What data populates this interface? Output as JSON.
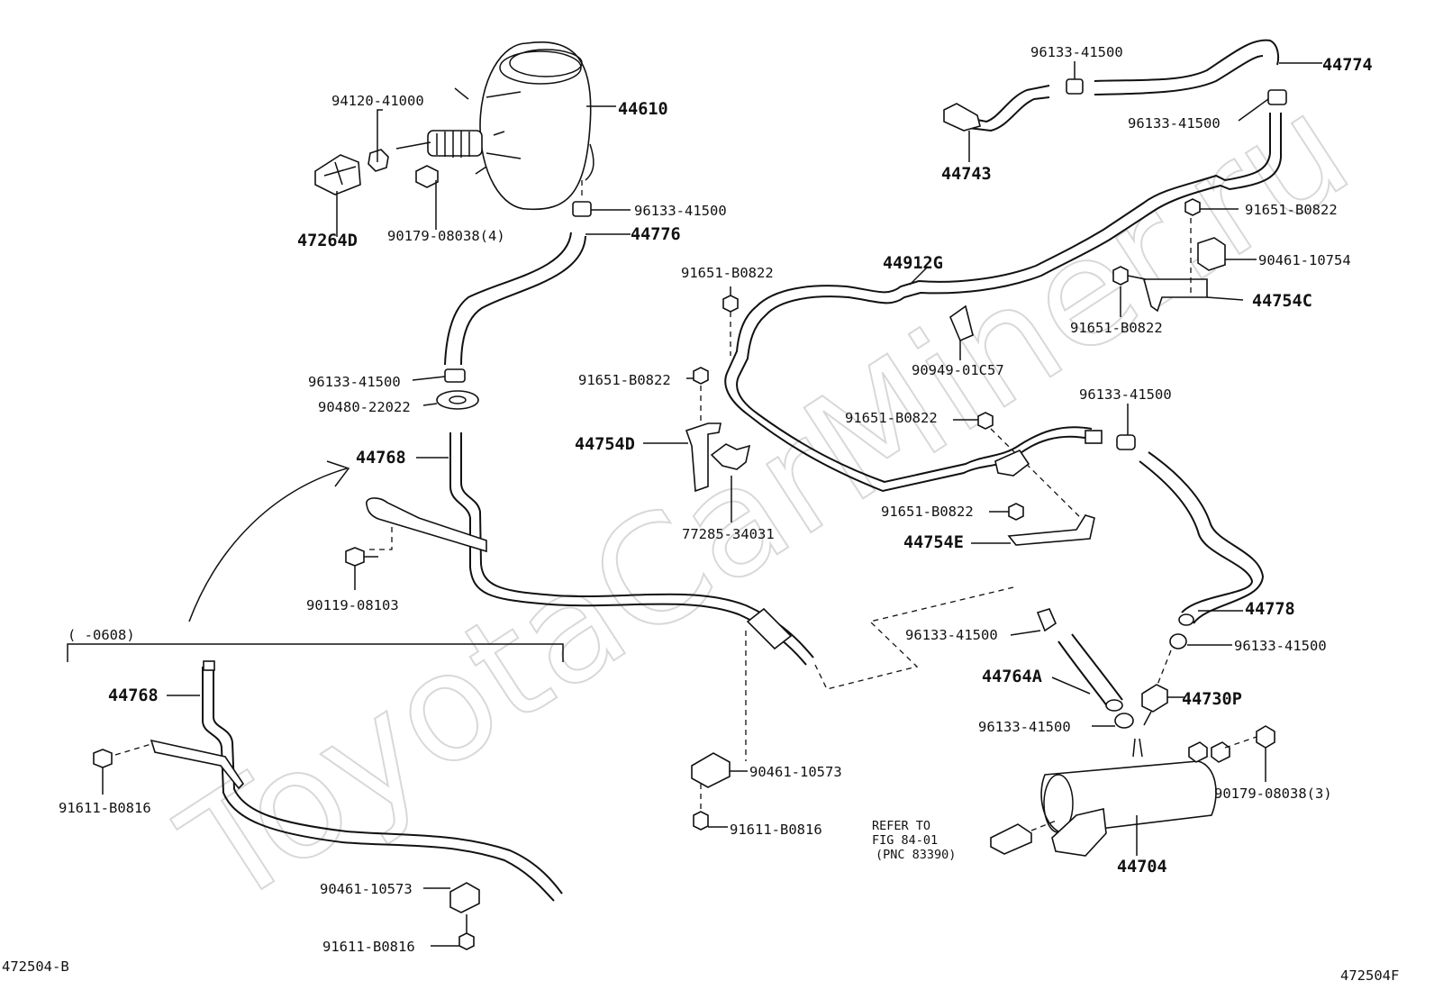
{
  "watermark": "ToyotaCarMiner.ru",
  "footer": {
    "left_code": "472504-B",
    "right_code": "472504F"
  },
  "range_note": "(      -0608)",
  "reference_note": {
    "line1": "REFER TO",
    "line2": "FIG 84-01",
    "line3": "(PNC 83390)"
  },
  "labels": {
    "p44610": "44610",
    "p94120_41000": "94120-41000",
    "p47264D": "47264D",
    "p90179_08038_4": "90179-08038(4)",
    "p96133_41500_a": "96133-41500",
    "p44776": "44776",
    "p96133_41500_b": "96133-41500",
    "p90480_22022": "90480-22022",
    "p44768_a": "44768",
    "p90119_08103": "90119-08103",
    "p44768_b": "44768",
    "p91611_B0816_a": "91611-B0816",
    "p90461_10573_a": "90461-10573",
    "p91611_B0816_b": "91611-B0816",
    "p96133_41500_c": "96133-41500",
    "p44774": "44774",
    "p96133_41500_d": "96133-41500",
    "p44743": "44743",
    "p91651_B0822_a": "91651-B0822",
    "p90461_10754": "90461-10754",
    "p44912G": "44912G",
    "p44754C": "44754C",
    "p91651_B0822_b": "91651-B0822",
    "p91651_B0822_c": "91651-B0822",
    "p90949_01C57": "90949-01C57",
    "p91651_B0822_d": "91651-B0822",
    "p44754D": "44754D",
    "p77285_34031": "77285-34031",
    "p91651_B0822_e": "91651-B0822",
    "p96133_41500_e": "96133-41500",
    "p91651_B0822_f": "91651-B0822",
    "p44754E": "44754E",
    "p44778": "44778",
    "p96133_41500_f": "96133-41500",
    "p96133_41500_g": "96133-41500",
    "p44764A": "44764A",
    "p44730P": "44730P",
    "p96133_41500_h": "96133-41500",
    "p90179_08038_3": "90179-08038(3)",
    "p90461_10573_b": "90461-10573",
    "p91611_B0816_c": "91611-B0816",
    "p44704": "44704"
  }
}
